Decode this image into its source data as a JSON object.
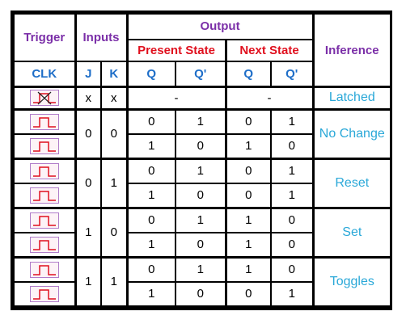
{
  "header": {
    "trigger": "Trigger",
    "inputs": "Inputs",
    "output": "Output",
    "present_state": "Present State",
    "next_state": "Next State",
    "inference": "Inference",
    "clk": "CLK",
    "j": "J",
    "k": "K",
    "q": "Q",
    "q_bar": "Q'"
  },
  "rows": [
    {
      "j": "x",
      "k": "x",
      "pq": "-",
      "nq": "-",
      "inference": "Latched"
    },
    {
      "j": "0",
      "k": "0",
      "sub": [
        {
          "q": "0",
          "qb": "1",
          "nq": "0",
          "nqb": "1"
        },
        {
          "q": "1",
          "qb": "0",
          "nq": "1",
          "nqb": "0"
        }
      ],
      "inference": "No Change"
    },
    {
      "j": "0",
      "k": "1",
      "sub": [
        {
          "q": "0",
          "qb": "1",
          "nq": "0",
          "nqb": "1"
        },
        {
          "q": "1",
          "qb": "0",
          "nq": "0",
          "nqb": "1"
        }
      ],
      "inference": "Reset"
    },
    {
      "j": "1",
      "k": "0",
      "sub": [
        {
          "q": "0",
          "qb": "1",
          "nq": "1",
          "nqb": "0"
        },
        {
          "q": "1",
          "qb": "0",
          "nq": "1",
          "nqb": "0"
        }
      ],
      "inference": "Set"
    },
    {
      "j": "1",
      "k": "1",
      "sub": [
        {
          "q": "0",
          "qb": "1",
          "nq": "1",
          "nqb": "0"
        },
        {
          "q": "1",
          "qb": "0",
          "nq": "0",
          "nqb": "1"
        }
      ],
      "inference": "Toggles"
    }
  ],
  "colors": {
    "header": "#7b2fa8",
    "subheader": "#e0101e",
    "columns": "#1e6ec8",
    "inference": "#2aa8d8"
  },
  "icons": {
    "clock_pulse": "pulse-icon",
    "no_clock": "crossed-pulse-icon"
  }
}
